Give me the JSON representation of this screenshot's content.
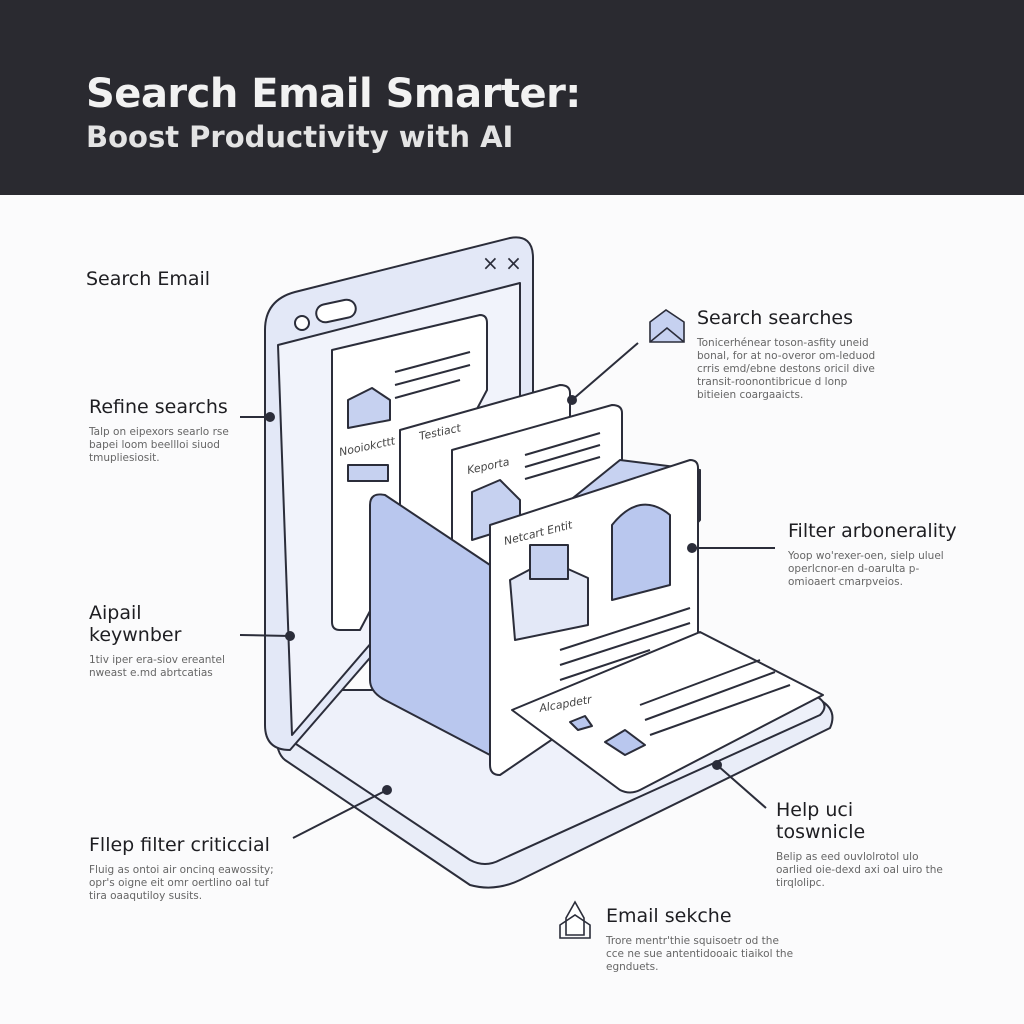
{
  "header": {
    "title": "Search Email Smarter:",
    "subtitle": "Boost Productivity with AI"
  },
  "illustration": {
    "window_controls": "× ×",
    "cards": [
      "Nooiokcttt",
      "Testiact",
      "Keporta",
      "Netcart Entit",
      "Alcapdetr"
    ],
    "accent_color": "#b9c7ee",
    "outline_color": "#2b2d3a"
  },
  "callouts": [
    {
      "id": "search-email",
      "title": "Search Email",
      "body": ""
    },
    {
      "id": "refine-searchs",
      "title": "Refine searchs",
      "body": "Talp on eipexors searlo rse bapei loom beellloi siuod tmupliesiosit."
    },
    {
      "id": "aipail-keywnber",
      "title": "Aipail keywnber",
      "body": "1tiv iper era-siov ereantel nweast e.md abrtcatias"
    },
    {
      "id": "fllep-filter",
      "title": "Fllep filter criticcial",
      "body": "Fluig as ontoi air oncinq eawossity; opr's oigne eit omr oertlino oal tuf tira oaaqutiloy susits."
    },
    {
      "id": "search-searches",
      "title": "Search searches",
      "icon": "envelope-icon",
      "body": "Tonicerhénear toson-asfity uneid bonal, for at no-overor om-leduod crris emd/ebne destons oricil dive transit-roonontibricue d lonp bitieien coargaaicts."
    },
    {
      "id": "filter-arbonerality",
      "title": "Filter arbonerality",
      "body": "Yoop wo'rexer-oen, sielp uluel operlcnor-en d-oarulta p-omioaert cmarpveios."
    },
    {
      "id": "help-uci",
      "title": "Help uci toswnicle",
      "body": "Belip as eed ouvlolrotol ulo oarlied oie-dexd axi oal uiro the tirqlolipc."
    },
    {
      "id": "email-sekche",
      "title": "Email sekche",
      "icon": "rocket-envelope-icon",
      "body": "Trore mentr'thie squisoetr od the cce ne sue antentidooaic tiaikol the egnduets."
    }
  ]
}
